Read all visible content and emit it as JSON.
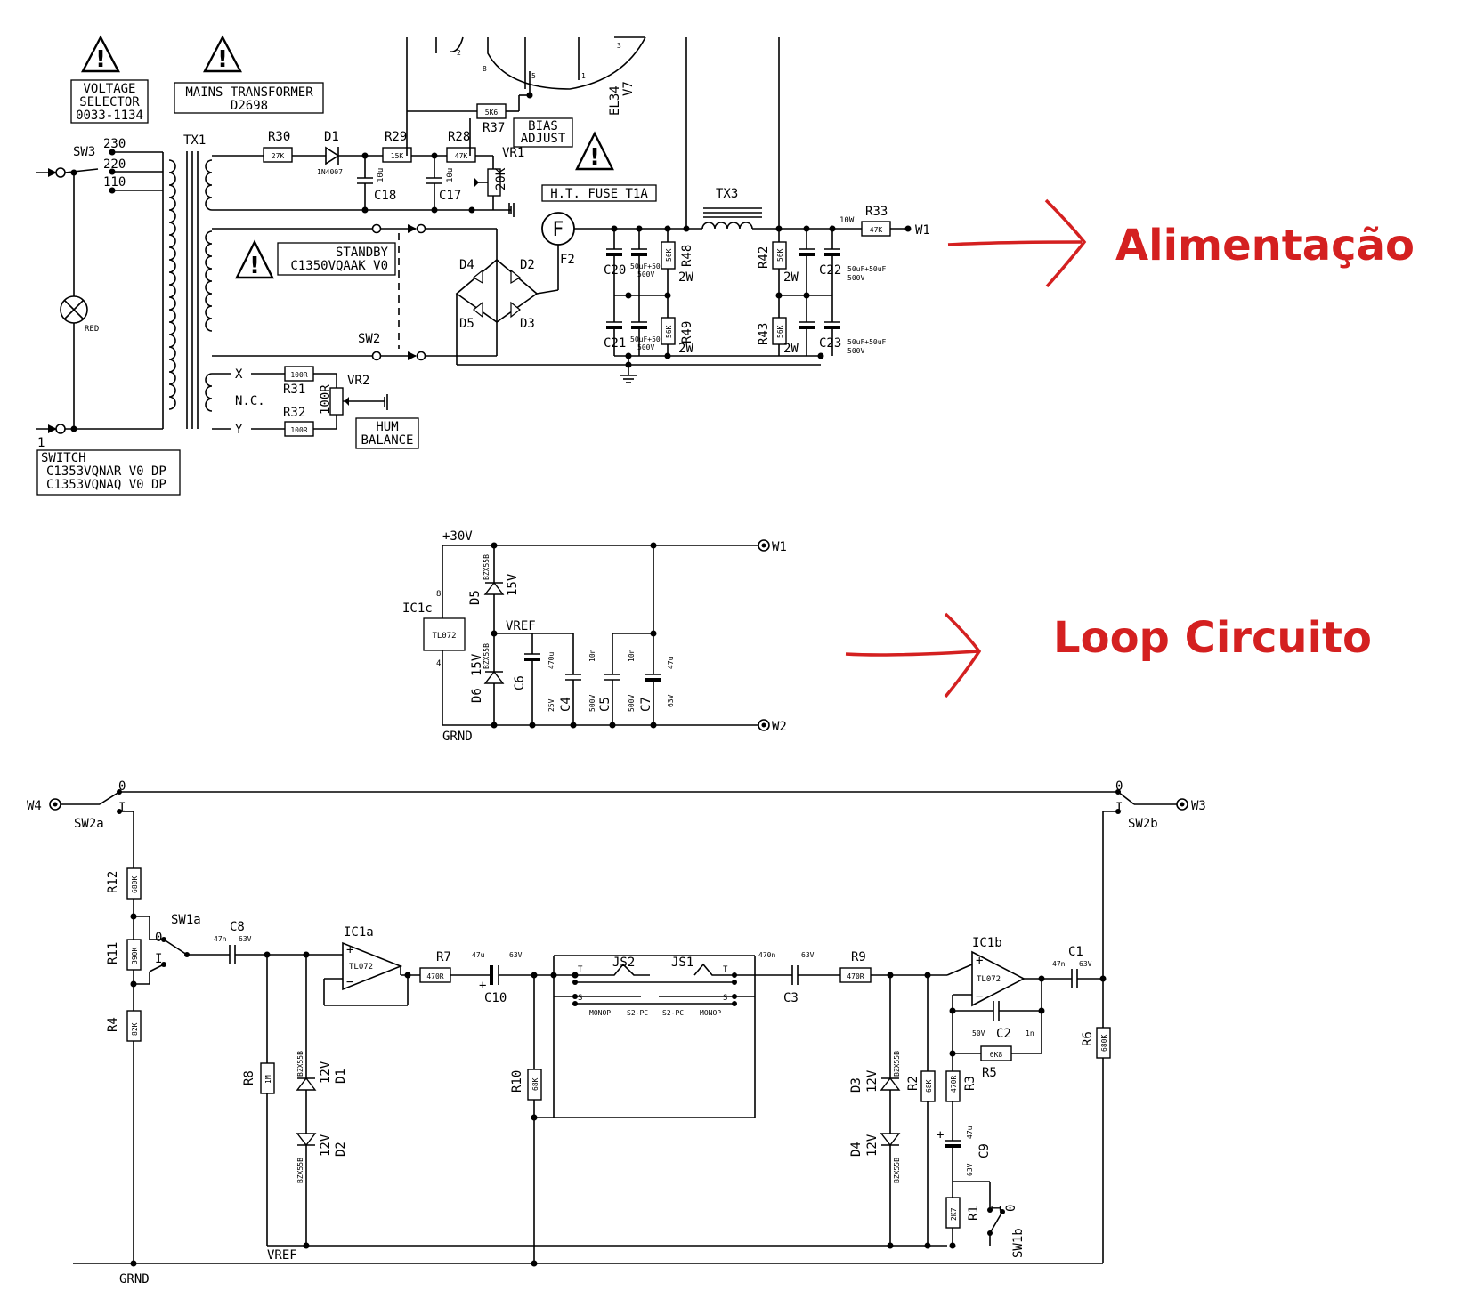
{
  "annotations": {
    "power": "Alimentação",
    "loop": "Loop Circuito",
    "accent_color": "#d42020"
  },
  "power_section": {
    "voltage_selector": [
      "VOLTAGE",
      "SELECTOR",
      "0033-1134"
    ],
    "mains_transformer": [
      "MAINS TRANSFORMER",
      "D2698"
    ],
    "sw3": "SW3",
    "taps": [
      "230",
      "220",
      "110"
    ],
    "tx1": "TX1",
    "r30": {
      "ref": "R30",
      "value": "27K"
    },
    "d1": {
      "ref": "D1",
      "part": "1N4007"
    },
    "r29": {
      "ref": "R29",
      "value": "15K"
    },
    "r28": {
      "ref": "R28",
      "value": "47K"
    },
    "vr1": {
      "ref": "VR1",
      "value": "20K"
    },
    "c18": {
      "ref": "C18",
      "value": "10u"
    },
    "c17": {
      "ref": "C17",
      "value": "10u"
    },
    "r37": {
      "ref": "R37",
      "value": "5K6"
    },
    "bias_adjust": [
      "BIAS",
      "ADJUST"
    ],
    "v7": {
      "ref": "V7",
      "part": "EL34"
    },
    "tube_pins": [
      "2",
      "8",
      "5",
      "1",
      "3"
    ],
    "ht_fuse": "H.T. FUSE T1A",
    "f2": "F2",
    "fuse_symbol": "F",
    "tx3": "TX3",
    "r33": {
      "ref": "R33",
      "value": "47K",
      "power": "10W"
    },
    "w1": "W1",
    "standby": [
      "STANDBY",
      "C1350VQAAK V0"
    ],
    "sw2": "SW2",
    "bridge": [
      "D4",
      "D2",
      "D5",
      "D3"
    ],
    "c20": "C20",
    "c21": "C21",
    "c22": "C22",
    "c23": "C23",
    "cap_rating": [
      "50uF+50uF",
      "500V"
    ],
    "r48": {
      "ref": "R48",
      "value": "56K",
      "power": "2W"
    },
    "r49": {
      "ref": "R49",
      "value": "56K",
      "power": "2W"
    },
    "r42": {
      "ref": "R42",
      "value": "56K",
      "power": "2W"
    },
    "r43": {
      "ref": "R43",
      "value": "56K",
      "power": "2W"
    },
    "lamp": "RED",
    "hum": {
      "x": "X",
      "nc": "N.C.",
      "y": "Y"
    },
    "r31": {
      "ref": "R31",
      "value": "100R"
    },
    "r32": {
      "ref": "R32",
      "value": "100R"
    },
    "vr2": {
      "ref": "VR2",
      "value": "100R"
    },
    "hum_balance": [
      "HUM",
      "BALANCE"
    ],
    "switch": [
      "1",
      "SWITCH",
      "C1353VQNAR V0 DP",
      "C1353VQNAQ V0 DP"
    ]
  },
  "supply_section": {
    "v30": "+30V",
    "w1": "W1",
    "w2": "W2",
    "ic1c": {
      "ref": "IC1c",
      "part": "TL072",
      "pin8": "8",
      "pin4": "4"
    },
    "d5": {
      "ref": "D5",
      "part": "BZX55B",
      "volt": "15V"
    },
    "d6": {
      "ref": "D6",
      "part": "BZX55B",
      "volt": "15V"
    },
    "vref": "VREF",
    "c6": {
      "ref": "C6",
      "value": "470u",
      "volt": "25V"
    },
    "c4": {
      "ref": "C4",
      "value": "10n",
      "volt": "500V"
    },
    "c5": {
      "ref": "C5",
      "value": "10n",
      "volt": "500V"
    },
    "c7": {
      "ref": "C7",
      "value": "47u",
      "volt": "63V"
    },
    "grnd": "GRND"
  },
  "loop_section": {
    "w4": "W4",
    "w3": "W3",
    "sw2a": "SW2a",
    "sw2b": "SW2b",
    "pos0": "0",
    "posI": "I",
    "r12": {
      "ref": "R12",
      "value": "680K"
    },
    "r11": {
      "ref": "R11",
      "value": "390K"
    },
    "r4": {
      "ref": "R4",
      "value": "82K"
    },
    "sw1a": "SW1a",
    "c8": {
      "ref": "C8",
      "value": "47n",
      "volt": "63V"
    },
    "r8": {
      "ref": "R8",
      "value": "1M"
    },
    "d1": {
      "ref": "D1",
      "part": "BZX55B",
      "volt": "12V"
    },
    "d2": {
      "ref": "D2",
      "part": "BZX55B",
      "volt": "12V"
    },
    "ic1a": {
      "ref": "IC1a",
      "part": "TL072"
    },
    "r7": {
      "ref": "R7",
      "value": "470R"
    },
    "c10": {
      "ref": "C10",
      "value": "47u",
      "volt": "63V"
    },
    "r10": {
      "ref": "R10",
      "value": "68K"
    },
    "js2": "JS2",
    "js1": "JS1",
    "jack": [
      "MONOP",
      "S2-PC",
      "S2-PC",
      "MONOP"
    ],
    "c3": {
      "ref": "C3",
      "value": "470n",
      "volt": "63V"
    },
    "r9": {
      "ref": "R9",
      "value": "470R"
    },
    "d3": {
      "ref": "D3",
      "part": "BZX55B",
      "volt": "12V"
    },
    "d4": {
      "ref": "D4",
      "part": "BZX55B",
      "volt": "12V"
    },
    "r2": {
      "ref": "R2",
      "value": "68K"
    },
    "r3": {
      "ref": "R3",
      "value": "470R"
    },
    "ic1b": {
      "ref": "IC1b",
      "part": "TL072"
    },
    "c2": {
      "ref": "C2",
      "value": "1n",
      "volt": "50V"
    },
    "r5": {
      "ref": "R5",
      "value": "6K8"
    },
    "c1": {
      "ref": "C1",
      "value": "47n",
      "volt": "63V"
    },
    "r6": {
      "ref": "R6",
      "value": "680K"
    },
    "c9": {
      "ref": "C9",
      "value": "47u",
      "volt": "63V"
    },
    "r1": {
      "ref": "R1",
      "value": "2K7"
    },
    "sw1b": "SW1b",
    "vref": "VREF",
    "grnd": "GRND",
    "jack_t": "T",
    "jack_s": "S"
  }
}
